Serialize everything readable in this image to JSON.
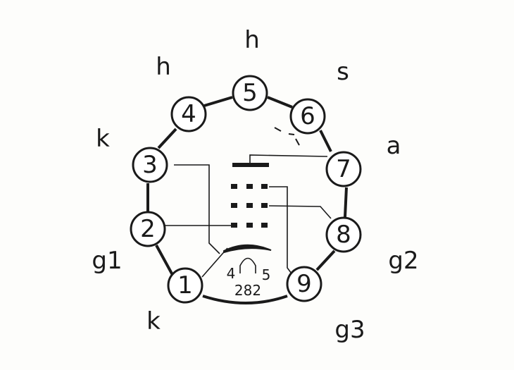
{
  "pins": [
    {
      "number": "1",
      "label": "k"
    },
    {
      "number": "2",
      "label": "g1"
    },
    {
      "number": "3",
      "label": "k"
    },
    {
      "number": "4",
      "label": "h"
    },
    {
      "number": "5",
      "label": "h"
    },
    {
      "number": "6",
      "label": "s"
    },
    {
      "number": "7",
      "label": "a"
    },
    {
      "number": "8",
      "label": "g2"
    },
    {
      "number": "9",
      "label": "g3"
    }
  ],
  "heater": {
    "left": "4",
    "right": "5",
    "code": "282"
  }
}
